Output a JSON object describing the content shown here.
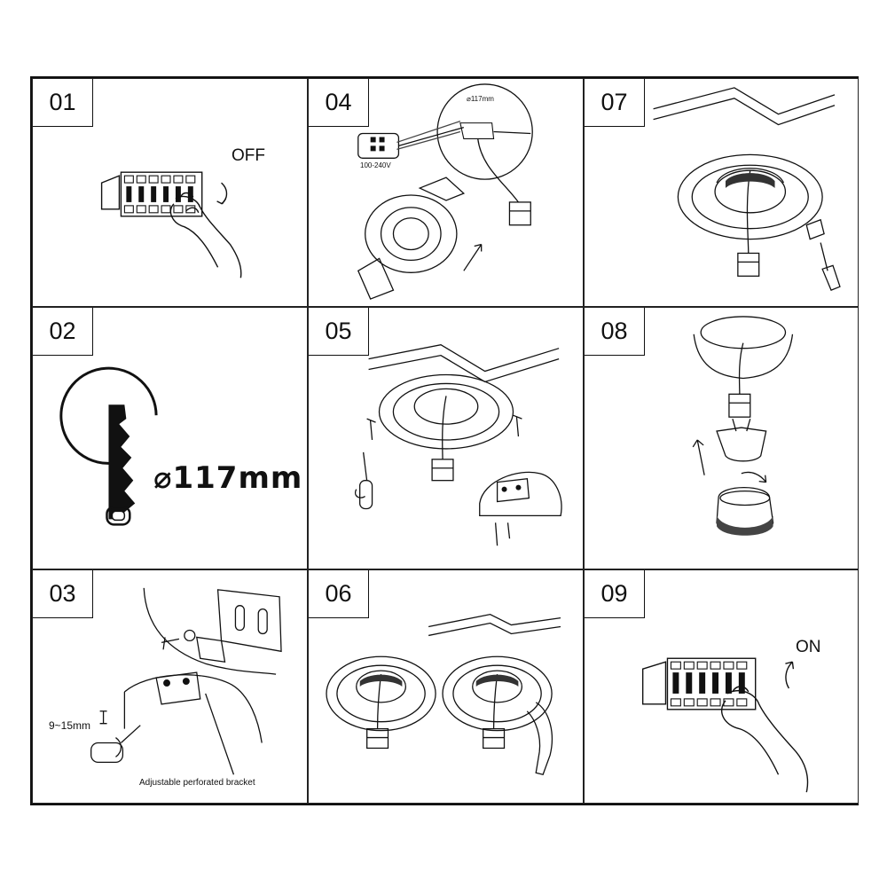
{
  "steps": [
    {
      "number": "01",
      "text": "OFF"
    },
    {
      "number": "02",
      "text": "⌀117mm"
    },
    {
      "number": "03",
      "depth": "9~15mm",
      "caption": "Adjustable perforated bracket"
    },
    {
      "number": "04",
      "diameter": "⌀117mm",
      "voltage": "100-240V"
    },
    {
      "number": "05"
    },
    {
      "number": "06"
    },
    {
      "number": "07"
    },
    {
      "number": "08"
    },
    {
      "number": "09",
      "text": "ON"
    }
  ]
}
